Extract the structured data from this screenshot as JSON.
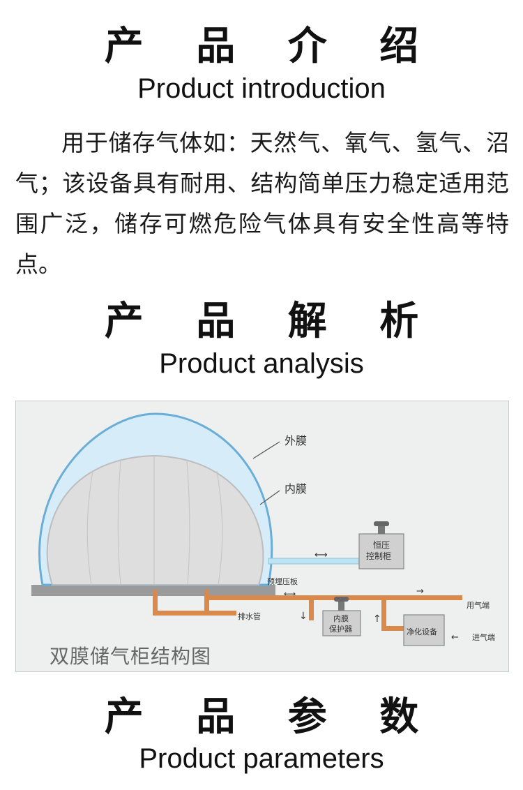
{
  "sections": {
    "intro": {
      "title_cn": "产 品 介 绍",
      "title_en": "Product introduction"
    },
    "analysis": {
      "title_cn": "产 品 解 析",
      "title_en": "Product analysis"
    },
    "params": {
      "title_cn": "产 品 参 数",
      "title_en": "Product parameters"
    }
  },
  "intro_text": "用于储存气体如：天然气、氧气、氢气、沼气；该设备具有耐用、结构简单压力稳定适用范围广泛，储存可燃危险气体具有安全性高等特点。",
  "diagram": {
    "caption": "双膜储气柜结构图",
    "labels": {
      "outer_membrane": "外膜",
      "inner_membrane": "内膜",
      "constant_pressure_1": "恒压",
      "constant_pressure_2": "控制柜",
      "embedded_plate": "预埋压板",
      "drain_pipe": "排水管",
      "inner_protector_1": "内膜",
      "inner_protector_2": "保护器",
      "purifier": "净化设备",
      "gas_out": "用气端",
      "gas_in": "进气端"
    },
    "colors": {
      "outer": "#d6ecf8",
      "outer_stroke": "#6aaed8",
      "inner": "#dedede",
      "pipe": "#d98a4a",
      "air_pipe": "#bfe3f3",
      "box": "#d0d0d0"
    }
  }
}
